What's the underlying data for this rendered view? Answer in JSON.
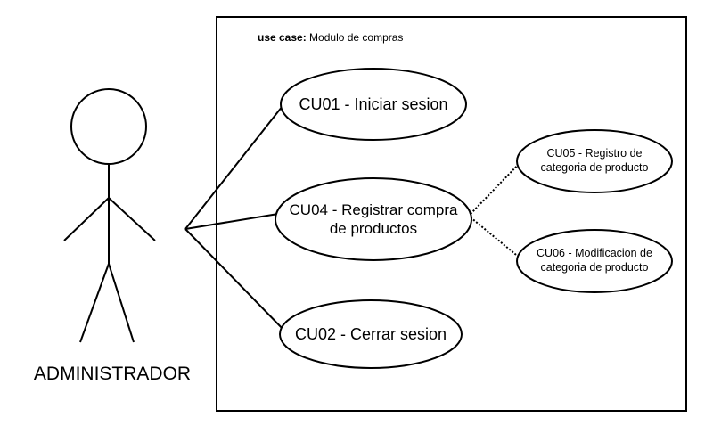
{
  "system_boundary": {
    "title_prefix": "use case:",
    "title": "Modulo de compras"
  },
  "actor": {
    "name": "ADMINISTRADOR"
  },
  "use_cases": {
    "cu01": {
      "lines": [
        "CU01 - Iniciar sesion"
      ]
    },
    "cu04": {
      "lines": [
        "CU04 - Registrar compra",
        "de productos"
      ]
    },
    "cu02": {
      "lines": [
        "CU02 - Cerrar sesion"
      ]
    },
    "cu05": {
      "lines": [
        "CU05 - Registro de",
        "categoria de producto"
      ]
    },
    "cu06": {
      "lines": [
        "CU06 - Modificacion de",
        "categoria de producto"
      ]
    }
  },
  "colors": {
    "stroke": "#000000",
    "fill": "#ffffff"
  }
}
